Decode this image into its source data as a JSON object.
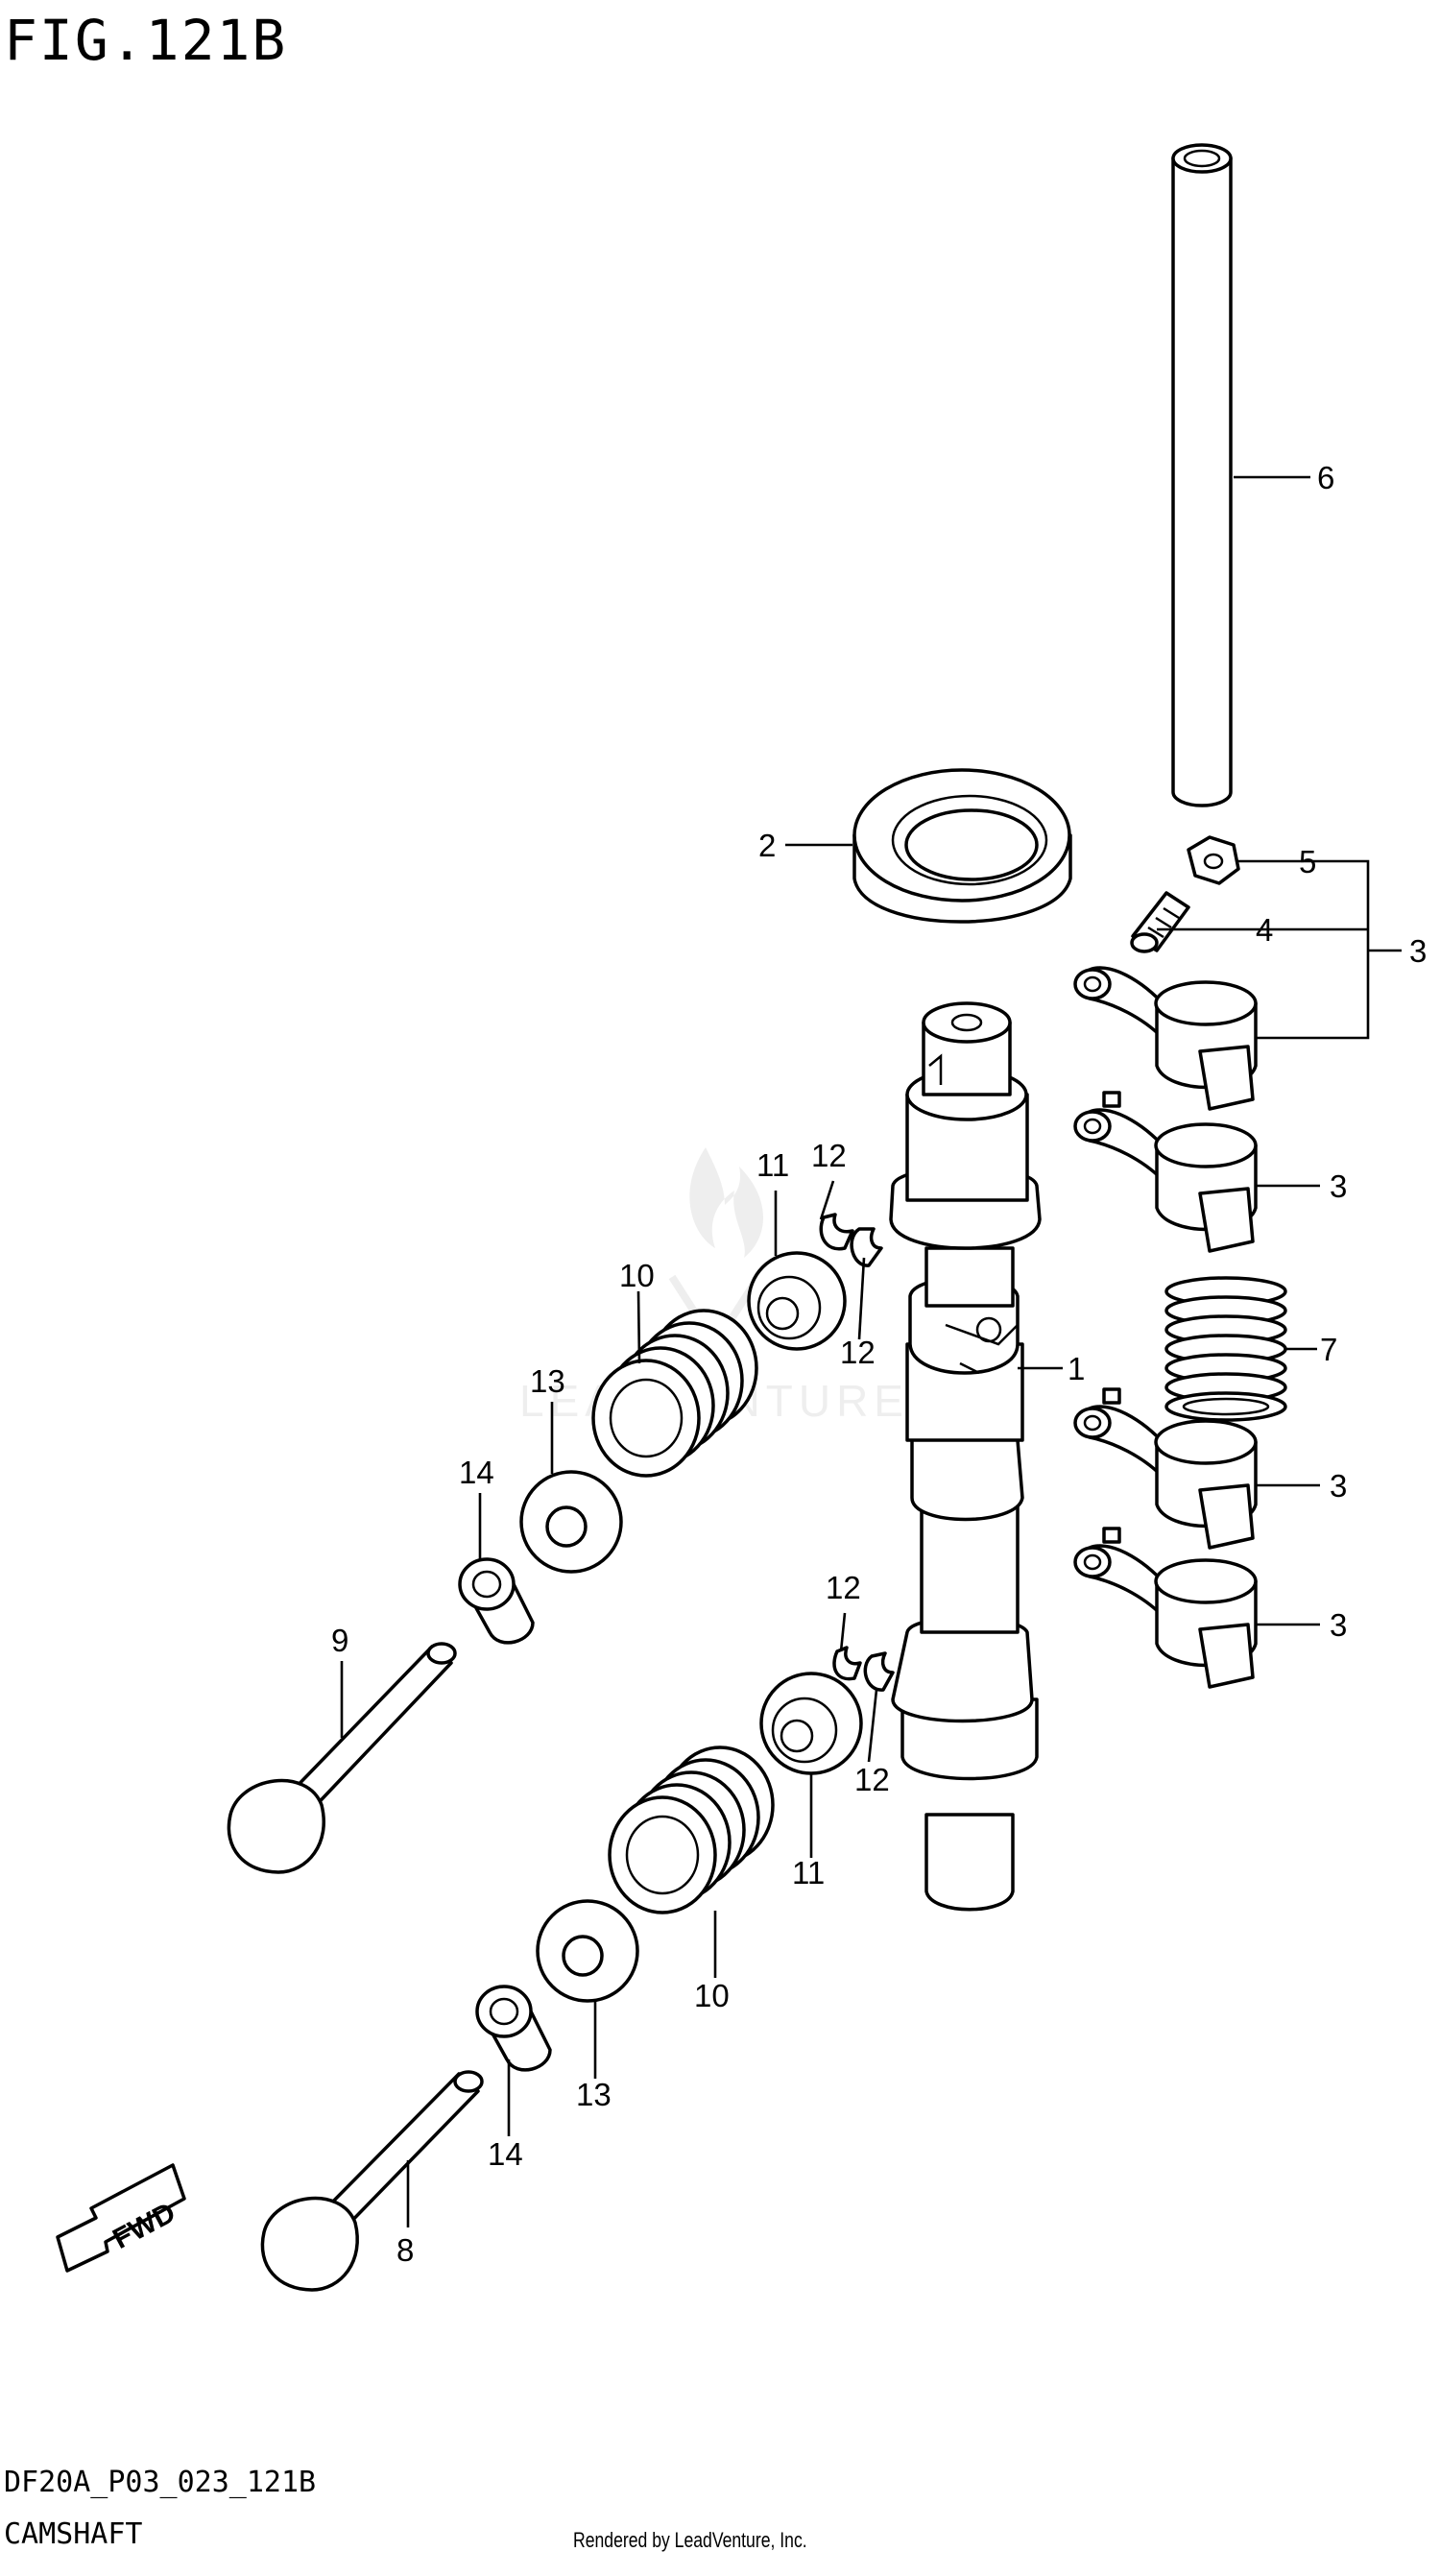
{
  "figure": {
    "title": "FIG.121B",
    "code": "DF20A_P03_023_121B",
    "section": "CAMSHAFT",
    "credit": "Rendered by LeadVenture, Inc.",
    "watermark": "LEADVENTURE",
    "fwd_label": "FWD"
  },
  "callouts": {
    "c1": "1",
    "c2": "2",
    "c3a": "3",
    "c3b": "3",
    "c3c": "3",
    "c3d": "3",
    "c4": "4",
    "c5": "5",
    "c6": "6",
    "c7": "7",
    "c8": "8",
    "c9": "9",
    "c10a": "10",
    "c10b": "10",
    "c11a": "11",
    "c11b": "11",
    "c12a": "12",
    "c12b": "12",
    "c12c": "12",
    "c12d": "12",
    "c13a": "13",
    "c13b": "13",
    "c14a": "14",
    "c14b": "14"
  }
}
